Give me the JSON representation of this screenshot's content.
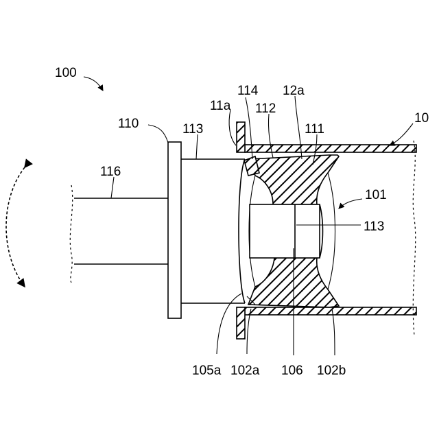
{
  "labels": {
    "l100": "100",
    "l114": "114",
    "l12a": "12a",
    "l11a": "11a",
    "l112": "112",
    "l110": "110",
    "l113_top": "113",
    "l111": "111",
    "l10": "10",
    "l116": "116",
    "l101": "101",
    "l113_mid": "113",
    "l105a": "105a",
    "l102a": "102a",
    "l106": "106",
    "l102b": "102b"
  }
}
